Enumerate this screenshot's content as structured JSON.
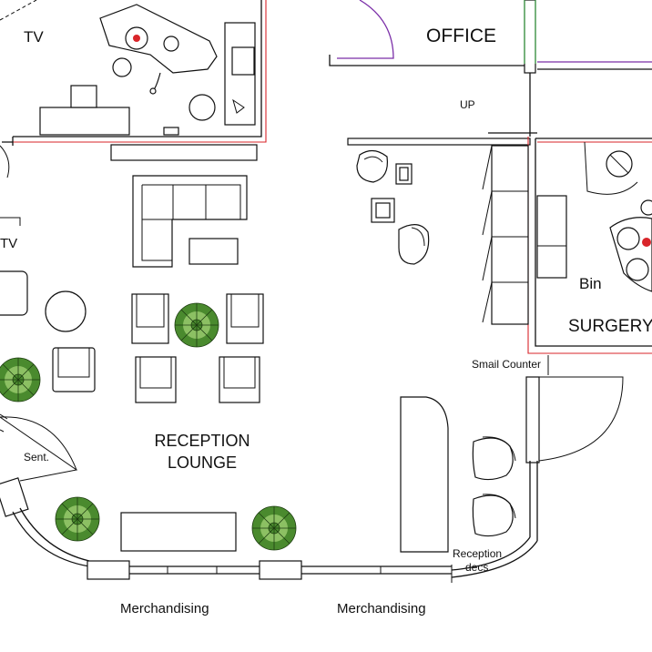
{
  "rooms": {
    "office": "OFFICE",
    "surgery": "SURGERY",
    "reception_line1": "RECEPTION",
    "reception_line2": "LOUNGE"
  },
  "labels": {
    "tv_top": "TV",
    "tv_left": "TV",
    "up": "UP",
    "bin": "Bin",
    "small_counter": "Smail Counter",
    "sent": "Sent.",
    "reception_desk_line1": "Reception",
    "reception_desk_line2": "decs",
    "merch_left": "Merchandising",
    "merch_right": "Merchandising"
  },
  "colors": {
    "wall_line": "#111111",
    "partition_red": "#d9252a",
    "partition_green": "#2e9a3a",
    "door_arc_purple": "#7b2fa8",
    "plant_green": "#4a8a2e"
  }
}
